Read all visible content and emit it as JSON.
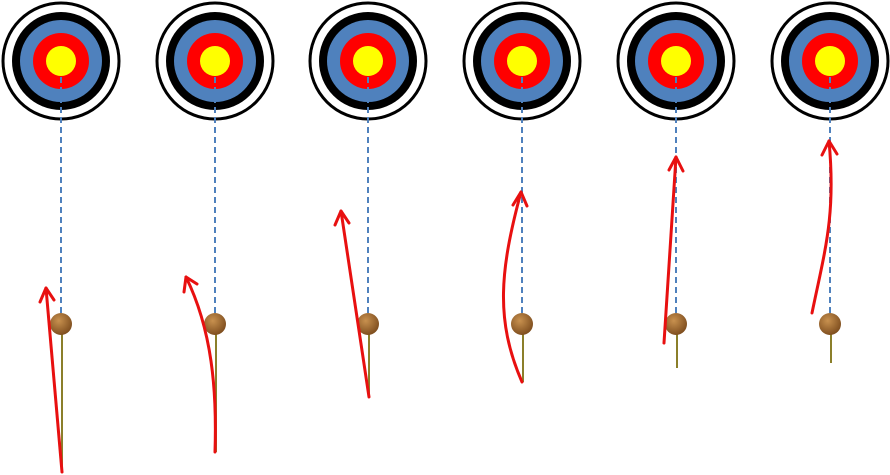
{
  "colors": {
    "background": "#ffffff",
    "ring_outer": "#ffffff",
    "ring_black": "#000000",
    "ring_blue": "#4f81bd",
    "ring_red": "#ff0000",
    "ring_gold": "#ffff00",
    "guide_line": "#4f81bd",
    "trajectory": "#e81010",
    "ball_light": "#c8914f",
    "ball_dark": "#7a4a1c",
    "stick": "#8b7f2a"
  },
  "icons": {
    "target": "archery-target-icon",
    "ball": "wooden-ball-icon",
    "arrow": "curved-arrow-icon"
  },
  "panels": [
    {
      "id": 1,
      "curve": "straight-left-drift"
    },
    {
      "id": 2,
      "curve": "hook-left"
    },
    {
      "id": 3,
      "curve": "straight-left-drift"
    },
    {
      "id": 4,
      "curve": "s-curve"
    },
    {
      "id": 5,
      "curve": "straight-slight-right"
    },
    {
      "id": 6,
      "curve": "s-curve-right"
    }
  ]
}
